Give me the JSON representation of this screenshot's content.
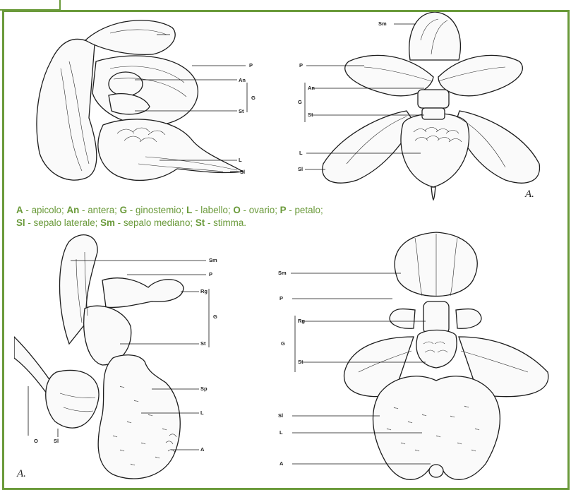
{
  "legend": [
    [
      {
        "abbr": "A",
        "text": " - apicolo; "
      },
      {
        "abbr": "An",
        "text": " - antera; "
      },
      {
        "abbr": "G",
        "text": " - ginostemio; "
      },
      {
        "abbr": "L",
        "text": " - labello; "
      },
      {
        "abbr": "O",
        "text": " - ovario; "
      },
      {
        "abbr": "P",
        "text": " - petalo;"
      }
    ],
    [
      {
        "abbr": "Sl",
        "text": " - sepalo laterale; "
      },
      {
        "abbr": "Sm",
        "text": " - sepalo mediano; "
      },
      {
        "abbr": "St",
        "text": " - stimma."
      }
    ]
  ],
  "panel_labels": {
    "top_left": {
      "p": "P",
      "an": "An",
      "g": "G",
      "st": "St",
      "l": "L",
      "sl": "Sl"
    },
    "top_right": {
      "sm": "Sm",
      "p": "P",
      "an": "An",
      "g": "G",
      "st": "St",
      "l": "L",
      "sl": "Sl",
      "signature": "A."
    },
    "bottom_left": {
      "sm": "Sm",
      "p": "P",
      "rg": "Rg",
      "g": "G",
      "st": "St",
      "sp": "Sp",
      "l": "L",
      "a": "A",
      "o": "O",
      "sl": "Sl",
      "signature": "A."
    },
    "bottom_right": {
      "sm": "Sm",
      "p": "P",
      "rg": "Rg",
      "g": "G",
      "st": "St",
      "sl": "Sl",
      "l": "L",
      "a": "A"
    }
  },
  "colors": {
    "accent": "#6a9a3a",
    "ink": "#1c1c1c"
  }
}
